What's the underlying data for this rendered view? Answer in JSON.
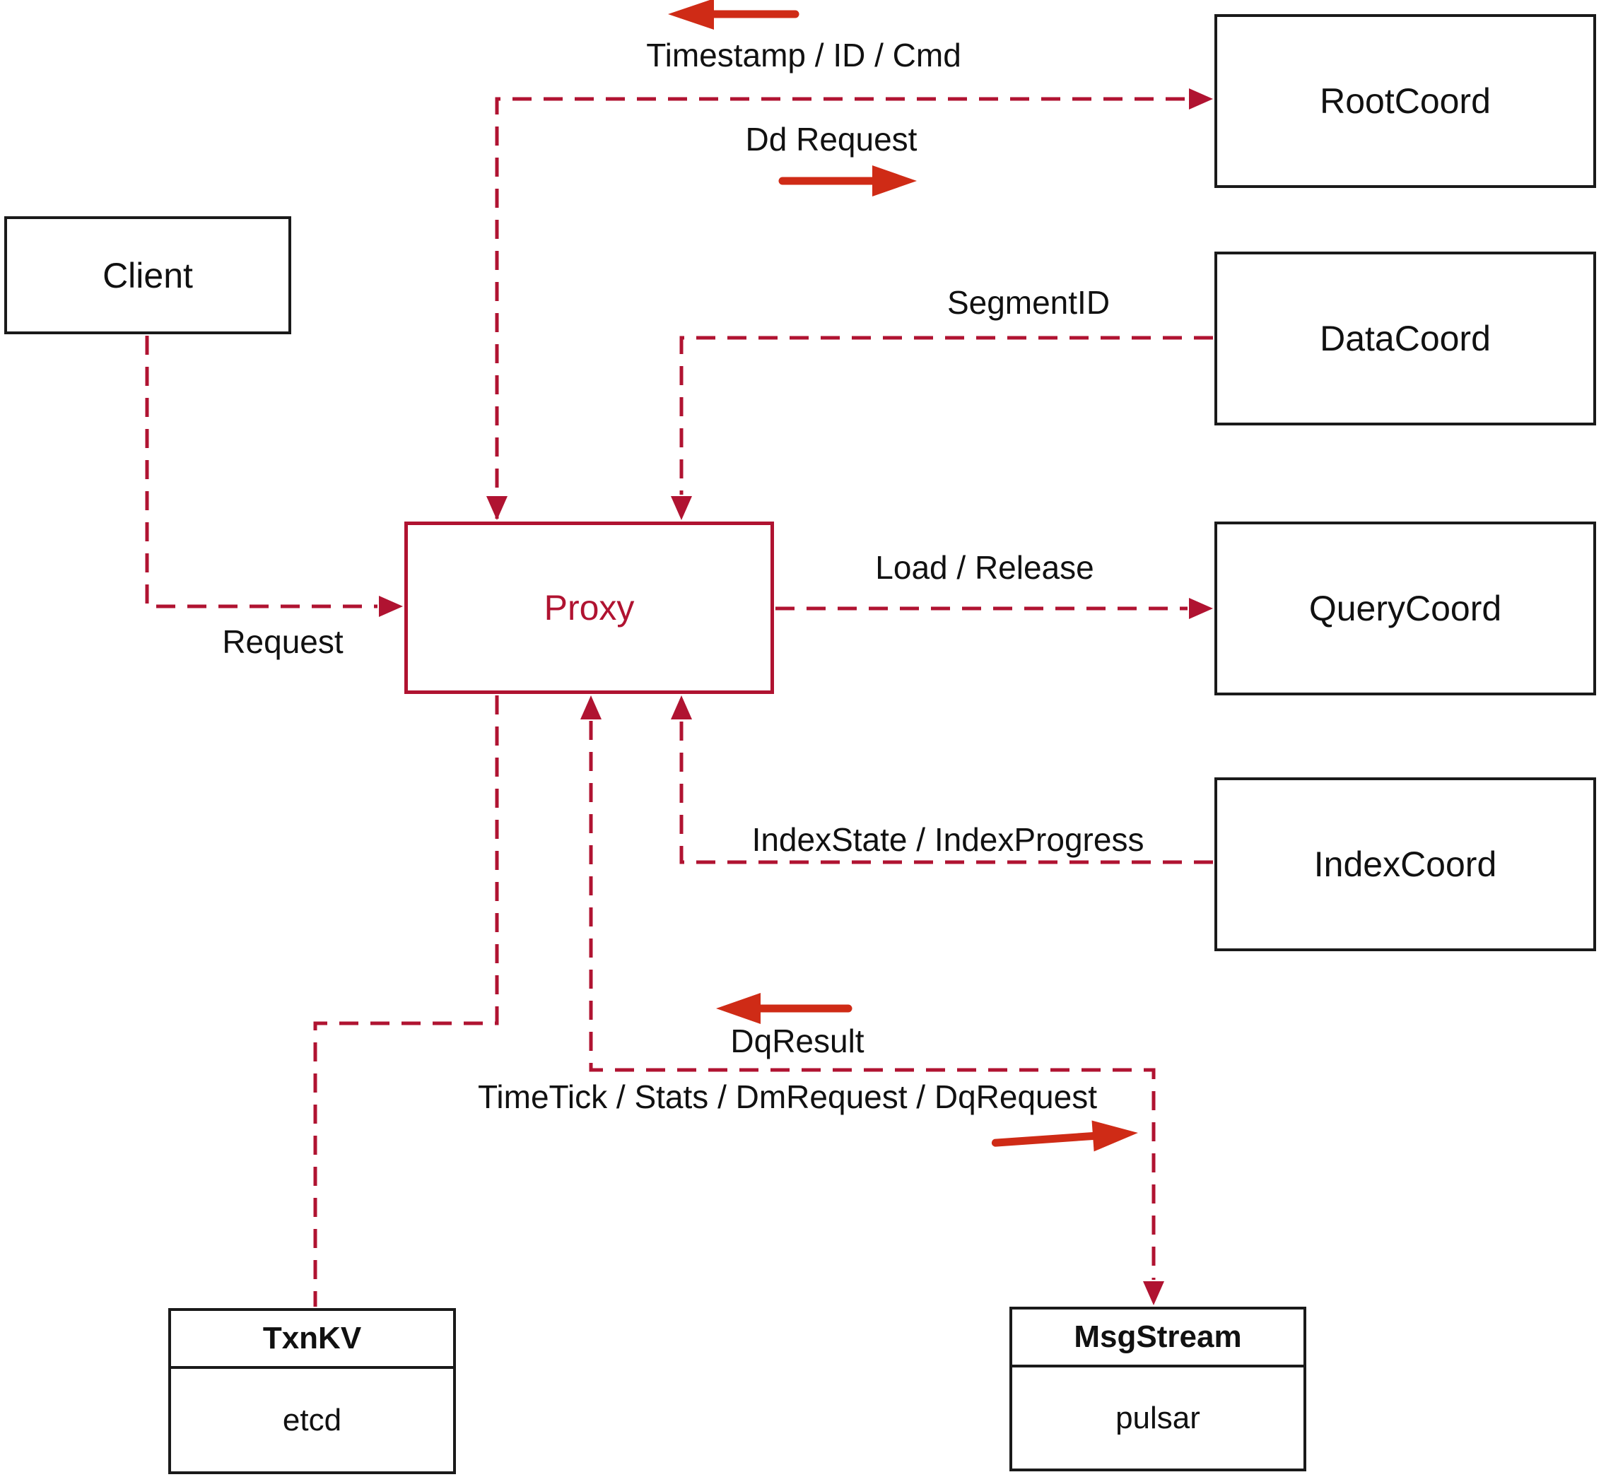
{
  "diagram": {
    "nodes": {
      "client": {
        "label": "Client"
      },
      "proxy": {
        "label": "Proxy"
      },
      "root_coord": {
        "label": "RootCoord"
      },
      "data_coord": {
        "label": "DataCoord"
      },
      "query_coord": {
        "label": "QueryCoord"
      },
      "index_coord": {
        "label": "IndexCoord"
      },
      "txn_kv": {
        "title": "TxnKV",
        "subtitle": "etcd"
      },
      "msg_stream": {
        "title": "MsgStream",
        "subtitle": "pulsar"
      }
    },
    "edge_labels": {
      "timestamp": "Timestamp / ID / Cmd",
      "dd_request": "Dd Request",
      "segment_id": "SegmentID",
      "request": "Request",
      "load_release": "Load / Release",
      "index_state": "IndexState / IndexProgress",
      "dq_result": "DqResult",
      "time_tick": "TimeTick / Stats / DmRequest / DqRequest"
    },
    "colors": {
      "edge": "#b01331",
      "arrow": "#cf2b16",
      "box_border": "#1a1a1a",
      "text": "#111111",
      "proxy": "#b01331"
    }
  }
}
